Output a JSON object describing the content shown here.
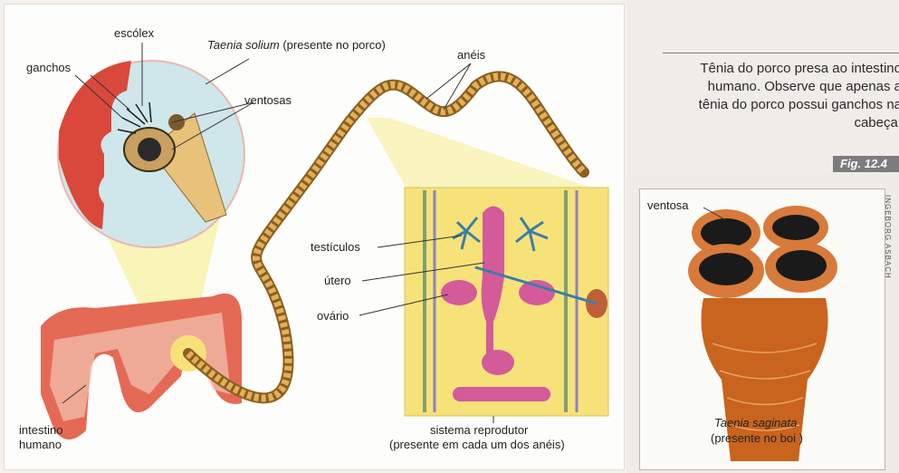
{
  "labels": {
    "escolex": "escólex",
    "ganchos": "ganchos",
    "taenia_solium": "Taenia solium",
    "solium_suffix": " (presente no porco)",
    "ventosas": "ventosas",
    "aneis": "anéis",
    "testiculos": "testículos",
    "utero": "útero",
    "ovario": "ovário",
    "intestino_1": "intestino",
    "intestino_2": "humano",
    "sistema_1": "sistema reprodutor",
    "sistema_2": "(presente em cada um dos anéis)"
  },
  "caption": {
    "line1": "Tênia do porco presa ao intestino",
    "line2": "humano. Observe que apenas a",
    "line3": "tênia do porco possui ganchos na",
    "line4": "cabeça.",
    "figure": "Fig. 12.4"
  },
  "inset": {
    "ventosa": "ventosa",
    "species": "Taenia saginata",
    "species_note": "(presente no boi )",
    "credit": "INGEBORG ASBACH"
  },
  "colors": {
    "intestine": "#d9483b",
    "lens_blue": "#cfe6ea",
    "body_segment": "#c88a3c",
    "proglottid": "#f7e27a",
    "uterus": "#d45a9a",
    "testes": "#3a7fa6",
    "scolex_inset": "#c8641e"
  }
}
